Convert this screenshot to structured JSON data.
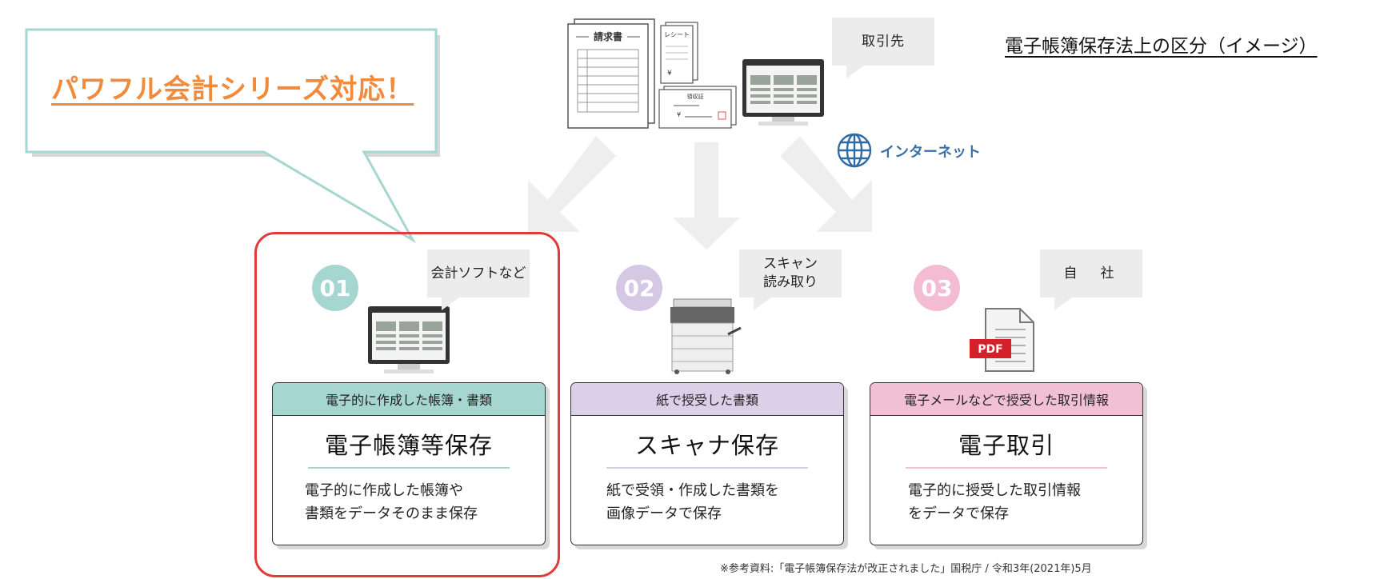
{
  "title": "電子帳簿保存法上の区分（イメージ）",
  "callout": "パワフル会計シリーズ対応！",
  "partner_label": "取引先",
  "internet_label": "インターネット",
  "documents": {
    "invoice": "請求書",
    "receipt": "レシート",
    "receipt_yen": "¥",
    "payment_receipt": "領収証",
    "payment_yen": "¥"
  },
  "categories": [
    {
      "number": "01",
      "bubble": "会計ソフトなど",
      "header": "電子的に作成した帳簿・書類",
      "title": "電子帳簿等保存",
      "description": "電子的に作成した帳簿や\n書類をデータそのまま保存",
      "color": "#a5d6cf"
    },
    {
      "number": "02",
      "bubble": "スキャン\n読み取り",
      "header": "紙で授受した書類",
      "title": "スキャナ保存",
      "description": "紙で受領・作成した書類を\n画像データで保存",
      "color": "#d5c8e4"
    },
    {
      "number": "03",
      "bubble": "自　社",
      "header": "電子メールなどで授受した取引情報",
      "title": "電子取引",
      "description": "電子的に授受した取引情報\nをデータで保存",
      "color": "#f3bcd3"
    }
  ],
  "pdf_label": "PDF",
  "source": "※参考資料:「電子帳簿保存法が改正されました」国税庁 / 令和3年(2021年)5月",
  "colors": {
    "highlight": "#e03a3a",
    "callout_text": "#f08a3c",
    "callout_border": "#a5d6cf",
    "arrow": "#eeeeee",
    "internet": "#3a6fa8"
  }
}
